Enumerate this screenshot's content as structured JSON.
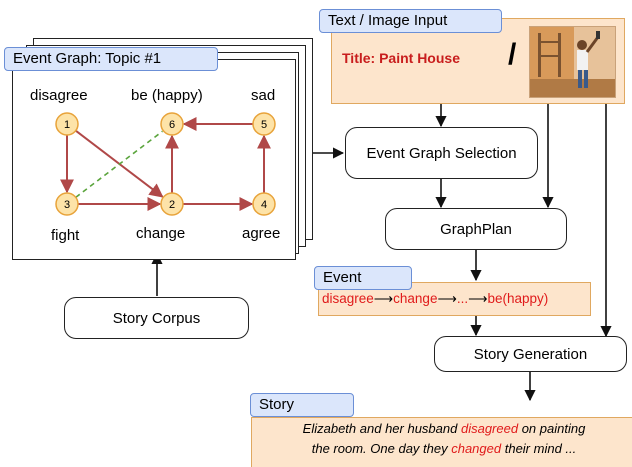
{
  "input_panel": {
    "tag_label": "Text / Image Input",
    "title_text": "Title: Paint House",
    "separator": "/",
    "image_alt": "Person painting a wall"
  },
  "event_graph": {
    "tag_label": "Event Graph: Topic #1",
    "nodes": [
      {
        "id": "1",
        "label": "disagree"
      },
      {
        "id": "6",
        "label": "be (happy)"
      },
      {
        "id": "5",
        "label": "sad"
      },
      {
        "id": "3",
        "label": "fight"
      },
      {
        "id": "2",
        "label": "change"
      },
      {
        "id": "4",
        "label": "agree"
      }
    ],
    "edges": [
      {
        "from": "1",
        "to": "3",
        "style": "solid"
      },
      {
        "from": "1",
        "to": "2",
        "style": "solid"
      },
      {
        "from": "3",
        "to": "2",
        "style": "solid"
      },
      {
        "from": "2",
        "to": "6",
        "style": "solid"
      },
      {
        "from": "2",
        "to": "4",
        "style": "solid"
      },
      {
        "from": "4",
        "to": "5",
        "style": "solid"
      },
      {
        "from": "5",
        "to": "6",
        "style": "solid"
      },
      {
        "from": "3",
        "to": "6",
        "style": "dashed"
      }
    ]
  },
  "event_graph_selection": {
    "label": "Event Graph Selection"
  },
  "graphplan": {
    "label": "GraphPlan"
  },
  "event": {
    "tag_label": "Event",
    "sequence": [
      "disagree",
      "change",
      "...",
      "be(happy)"
    ]
  },
  "story_generation": {
    "label": "Story Generation"
  },
  "story_corpus": {
    "label": "Story Corpus"
  },
  "story": {
    "tag_label": "Story",
    "line1_a": "Elizabeth and her husband ",
    "line1_red": "disagreed",
    "line1_b": " on painting",
    "line2_a": "the room. One day they ",
    "line2_red": "changed",
    "line2_b": " their mind ..."
  },
  "colors": {
    "node_fill": "#fde3a8",
    "node_stroke": "#e8a33a",
    "edge": "#b04848",
    "dashed_edge": "#5aa43c",
    "orange_panel": "#fde5cc",
    "tag_fill": "#dbe6fb",
    "highlight_red": "#e01b1b"
  }
}
